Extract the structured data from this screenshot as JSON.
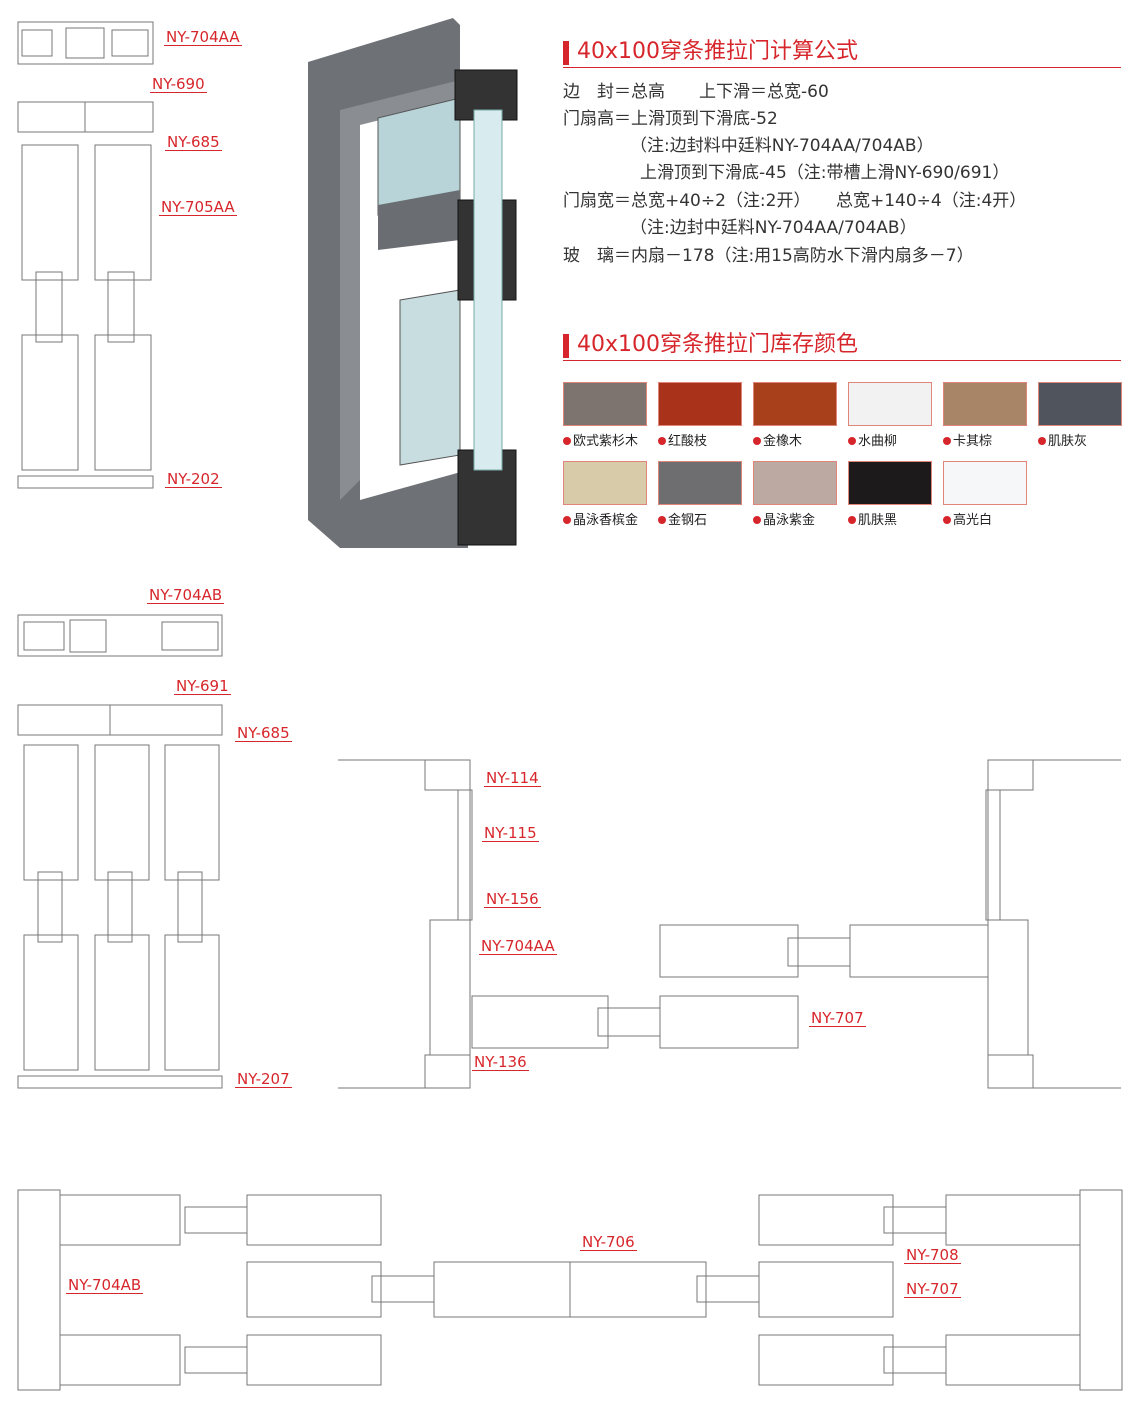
{
  "formula_section": {
    "title": "40x100穿条推拉门计算公式",
    "lines": [
      "边　封＝总高　　上下滑＝总宽-60",
      "门扇高＝上滑顶到下滑底-52",
      "（注:边封料中廷料NY-704AA/704AB）",
      "上滑顶到下滑底-45（注:带槽上滑NY-690/691）",
      "门扇宽＝总宽+40÷2（注:2开）　　总宽+140÷4（注:4开）",
      "（注:边封中廷料NY-704AA/704AB）",
      "玻　璃＝内扇－178（注:用15高防水下滑内扇多－7）"
    ]
  },
  "color_section": {
    "title": "40x100穿条推拉门库存颜色",
    "swatches": [
      {
        "name": "欧式紫杉木",
        "color": "#7d7470"
      },
      {
        "name": "红酸枝",
        "color": "#a8321a"
      },
      {
        "name": "金橡木",
        "color": "#a9401c"
      },
      {
        "name": "水曲柳",
        "color": "#f2f2f2"
      },
      {
        "name": "卡其棕",
        "color": "#a98568"
      },
      {
        "name": "肌肤灰",
        "color": "#50545c"
      },
      {
        "name": "晶泳香槟金",
        "color": "#d8cbaa"
      },
      {
        "name": "金钢石",
        "color": "#6e6e70"
      },
      {
        "name": "晶泳紫金",
        "color": "#bcaaa2"
      },
      {
        "name": "肌肤黑",
        "color": "#1d1a1c"
      },
      {
        "name": "高光白",
        "color": "#f6f7f9"
      }
    ]
  },
  "profile_labels": {
    "top_left": [
      "NY-704AA",
      "NY-690",
      "NY-685",
      "NY-705AA",
      "NY-202"
    ],
    "mid_left": [
      "NY-704AB",
      "NY-691",
      "NY-685",
      "NY-207"
    ],
    "mid_assembly": [
      "NY-114",
      "NY-115",
      "NY-156",
      "NY-704AA",
      "NY-707",
      "NY-136"
    ],
    "bottom_assembly": [
      "NY-706",
      "NY-704AB",
      "NY-708",
      "NY-707"
    ]
  },
  "colors": {
    "accent": "#d7262b",
    "door_frame": "#707478"
  }
}
